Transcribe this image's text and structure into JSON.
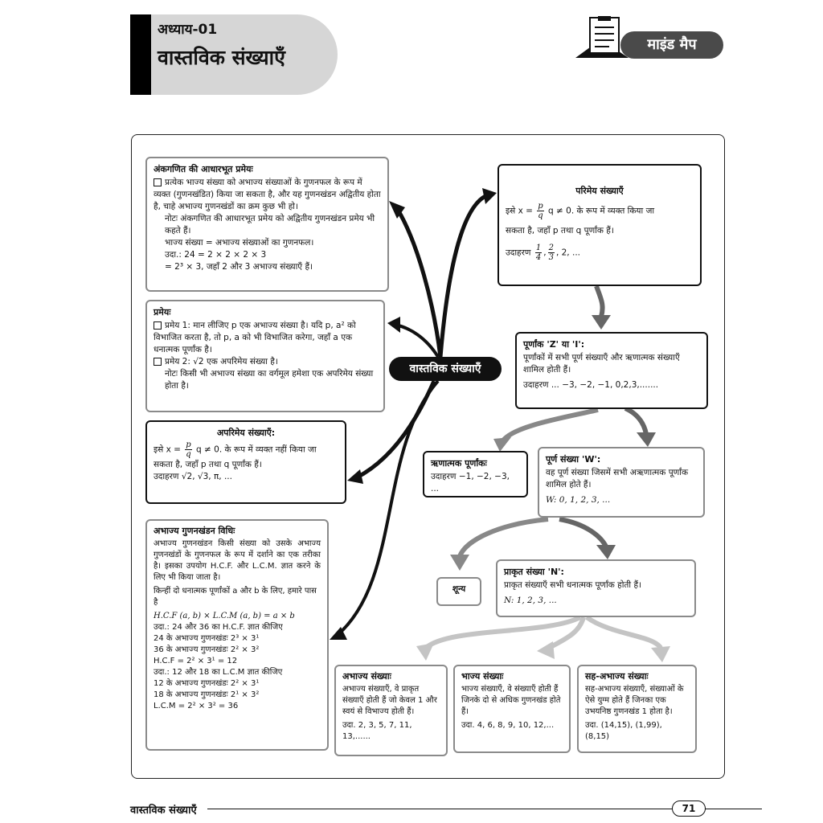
{
  "header": {
    "chapter_number": "अध्याय-01",
    "chapter_title": "वास्तविक संख्याएँ",
    "badge": "माइंड मैप"
  },
  "center_node": "वास्तविक संख्याएँ",
  "fundamental_theorem": {
    "title": "अंकगणित की आधारभूत प्रमेयः",
    "point": "प्रत्येक भाज्य संख्या को अभाज्य संख्याओं के गुणनफल के रूप में व्यक्त (गुणनखंडित) किया जा सकता है, और यह गुणनखंडन अद्वितीय होता है, चाहे अभाज्य गुणनखंडों का क्रम कुछ भी हो।",
    "note": "नोटः अंकगणित की आधारभूत प्रमेय को अद्वितीय गुणनखंडन प्रमेय भी कहते हैं।",
    "line1": "भाज्य संख्या = अभाज्य संख्याओं का गुणनफल।",
    "line2": "उदा.: 24 = 2 × 2 × 2 × 3",
    "line3": "= 2³ × 3, जहाँ 2 और 3 अभाज्य संख्याएँ हैं।"
  },
  "theorems": {
    "title": "प्रमेयः",
    "t1": "प्रमेय 1: मान लीजिए p एक अभाज्य संख्या है। यदि p, a² को विभाजित करता है, तो p, a को भी विभाजित करेगा, जहाँ a एक धनात्मक पूर्णांक है।",
    "t2": "प्रमेय 2: √2 एक अपरिमेय संख्या है।",
    "note": "नोटः किसी भी अभाज्य संख्या का वर्गमूल हमेशा एक अपरिमेय संख्या होता है।"
  },
  "irrational": {
    "title": "अपरिमेय संख्याएँ:",
    "line1_pre": "इसे x =",
    "frac_num": "p",
    "frac_den": "q",
    "line1_post": "q ≠ 0. के रूप में व्यक्त नहीं किया जा",
    "line2": "सकता है, जहाँ p तथा q पूर्णांक हैं।",
    "example": "उदाहरण √2, √3, π, ..."
  },
  "prime_factorization": {
    "title": "अभाज्य गुणनखंडन विधिः",
    "desc": "अभाज्य गुणनखंडन किसी संख्या को उसके अभाज्य गुणनखंडों के गुणनफल के रूप में दर्शाने का एक तरीका है। इसका उपयोग H.C.F. और L.C.M. ज्ञात करने के लिए भी किया जाता है।",
    "desc2": "किन्हीं दो धनात्मक पूर्णांकों a और b के लिए, हमारे पास है",
    "formula": "H.C.F (a, b) × L.C.M (a, b) = a × b",
    "lines": [
      "उदा.: 24 और 36 का H.C.F. ज्ञात कीजिए",
      "24 के अभाज्य गुणनखंडः 2³ × 3¹",
      "36 के अभाज्य गुणनखंडः 2² × 3²",
      "H.C.F = 2² × 3¹ = 12",
      "उदा.: 12 और 18 का L.C.M ज्ञात कीजिए",
      "12 के अभाज्य गुणनखंडः 2² × 3¹",
      "18 के अभाज्य गुणनखंडः 2¹ × 3²",
      "L.C.M = 2² × 3² = 36"
    ]
  },
  "rational": {
    "title": "परिमेय संख्याएँ",
    "line1_pre": "इसे x =",
    "frac_num": "p",
    "frac_den": "q",
    "line1_post": "q ≠ 0. के रूप में व्यक्त किया जा",
    "line2": "सकता है, जहाँ p तथा q पूर्णांक हैं।",
    "example_pre": "उदाहरण",
    "ex_f1_num": "1",
    "ex_f1_den": "4",
    "ex_f2_num": "2",
    "ex_f2_den": "3",
    "example_post": ", 2, ..."
  },
  "integers": {
    "title": "पूर्णांक 'Z' या 'I':",
    "desc": "पूर्णांकों में सभी पूर्ण संख्याएँ और ऋणात्मक संख्याएँ शामिल होती हैं।",
    "example": "उदाहरण ... −3, −2, −1, 0,2,3,......."
  },
  "negative_integers": {
    "title": "ऋणात्मक पूर्णांकः",
    "example": "उदाहरण −1, −2, −3, ..."
  },
  "whole_numbers": {
    "title": "पूर्ण संख्या 'W':",
    "desc": "वह पूर्ण संख्या जिसमें सभी अऋणात्मक पूर्णांक शामिल होते हैं।",
    "example": "W: 0, 1, 2, 3, ..."
  },
  "zero": {
    "label": "शून्य"
  },
  "natural": {
    "title": "प्राकृत संख्या 'N':",
    "desc": "प्राकृत संख्याएँ सभी धनात्मक पूर्णांक होती हैं।",
    "example": "N: 1, 2, 3, ..."
  },
  "prime": {
    "title": "अभाज्य संख्याः",
    "desc": "अभाज्य संख्याएँ, वे प्राकृत संख्याएँ होती हैं जो केवल 1 और स्वयं से विभाज्य होती हैं।",
    "example": "उदा. 2, 3, 5, 7, 11, 13,......"
  },
  "composite": {
    "title": "भाज्य संख्याः",
    "desc": "भाज्य संख्याएँ, वे संख्याएँ होती हैं जिनके दो से अधिक गुणनखंड होते हैं।",
    "example": "उदा. 4, 6, 8, 9, 10, 12,..."
  },
  "coprime": {
    "title": "सह-अभाज्य संख्याः",
    "desc": "सह-अभाज्य संख्याएँ, संख्याओं के ऐसे युग्म होते हैं जिनका एक उभयनिष्ठ गुणनखंड 1 होता है।",
    "example": "उदा. (14,15), (1,99), (8,15)"
  },
  "footer": {
    "title": "वास्तविक संख्याएँ",
    "page": "71"
  },
  "colors": {
    "dark": "#111111",
    "grey": "#8a8a8a",
    "light_grey": "#bdbdbd",
    "tab": "#d6d6d6"
  }
}
